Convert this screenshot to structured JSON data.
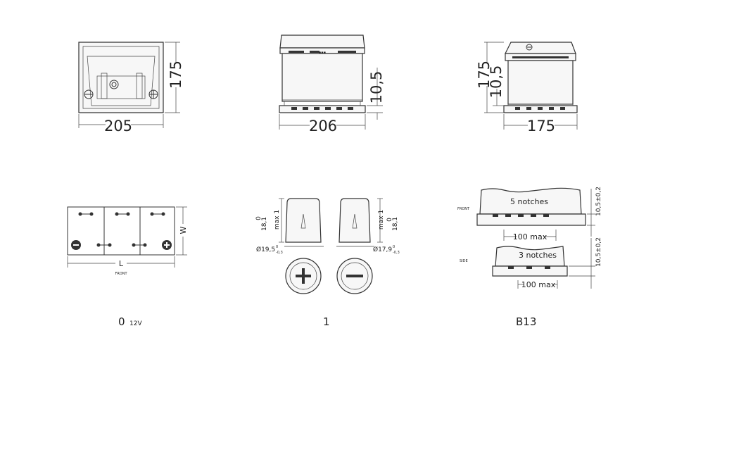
{
  "views": {
    "top": {
      "width": "205",
      "depth": "175"
    },
    "front": {
      "length": "206",
      "ledge": "10,5"
    },
    "side": {
      "height": "175",
      "ledge": "10,5",
      "width": "175"
    }
  },
  "layout": {
    "label": "0",
    "voltage": "12V",
    "length_label": "L",
    "width_label": "W",
    "front_caption": "FRONT",
    "code": "0"
  },
  "terminals": {
    "code": "1",
    "positive": {
      "height_nom": "18,1",
      "height_tol": "0",
      "max": "max 1",
      "diameter": "Ø19,5",
      "tol_upper": "0",
      "tol_lower": "-0,3"
    },
    "negative": {
      "height_nom": "18,1",
      "height_tol": "0",
      "max": "max 1",
      "diameter": "Ø17,9",
      "tol_upper": "0",
      "tol_lower": "-0,3"
    }
  },
  "holddown": {
    "code": "B13",
    "front_caption": "FRONT",
    "side_caption": "SIDE",
    "front_notches": "5 notches",
    "side_notches": "3 notches",
    "max_front": "100 max",
    "max_side": "100 max",
    "tolerance_front": "10,5±0,2",
    "tolerance_side": "10,5±0,2"
  }
}
